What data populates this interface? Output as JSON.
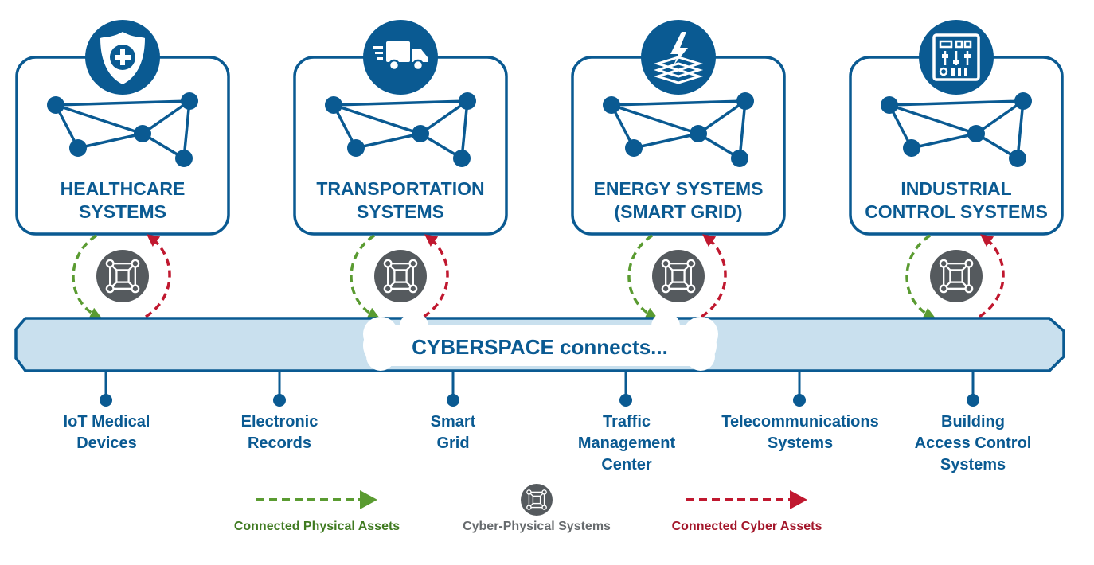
{
  "colors": {
    "blue": "#0a5a92",
    "band": "#c9e0ee",
    "green": "#5a9b31",
    "red": "#c0182f",
    "gray": "#555a5e"
  },
  "sectors": [
    {
      "icon": "medical-shield-icon",
      "title_lines": [
        "HEALTHCARE",
        "SYSTEMS"
      ]
    },
    {
      "icon": "delivery-truck-icon",
      "title_lines": [
        "TRANSPORTATION",
        "SYSTEMS"
      ]
    },
    {
      "icon": "power-bolt-icon",
      "title_lines": [
        "ENERGY SYSTEMS",
        "(SMART GRID)"
      ]
    },
    {
      "icon": "control-panel-icon",
      "title_lines": [
        "INDUSTRIAL",
        "CONTROL SYSTEMS"
      ]
    }
  ],
  "cyberspace": {
    "label": "CYBERSPACE connects..."
  },
  "connections": [
    {
      "lines": [
        "IoT Medical",
        "Devices"
      ]
    },
    {
      "lines": [
        "Electronic",
        "Records"
      ]
    },
    {
      "lines": [
        "Smart",
        "Grid"
      ]
    },
    {
      "lines": [
        "Traffic",
        "Management",
        "Center"
      ]
    },
    {
      "lines": [
        "Telecommunications",
        "Systems"
      ]
    },
    {
      "lines": [
        "Building",
        "Access Control",
        "Systems"
      ]
    }
  ],
  "legend": {
    "physical": "Connected Physical Assets",
    "cps": "Cyber-Physical Systems",
    "cyber": "Connected Cyber Assets"
  }
}
